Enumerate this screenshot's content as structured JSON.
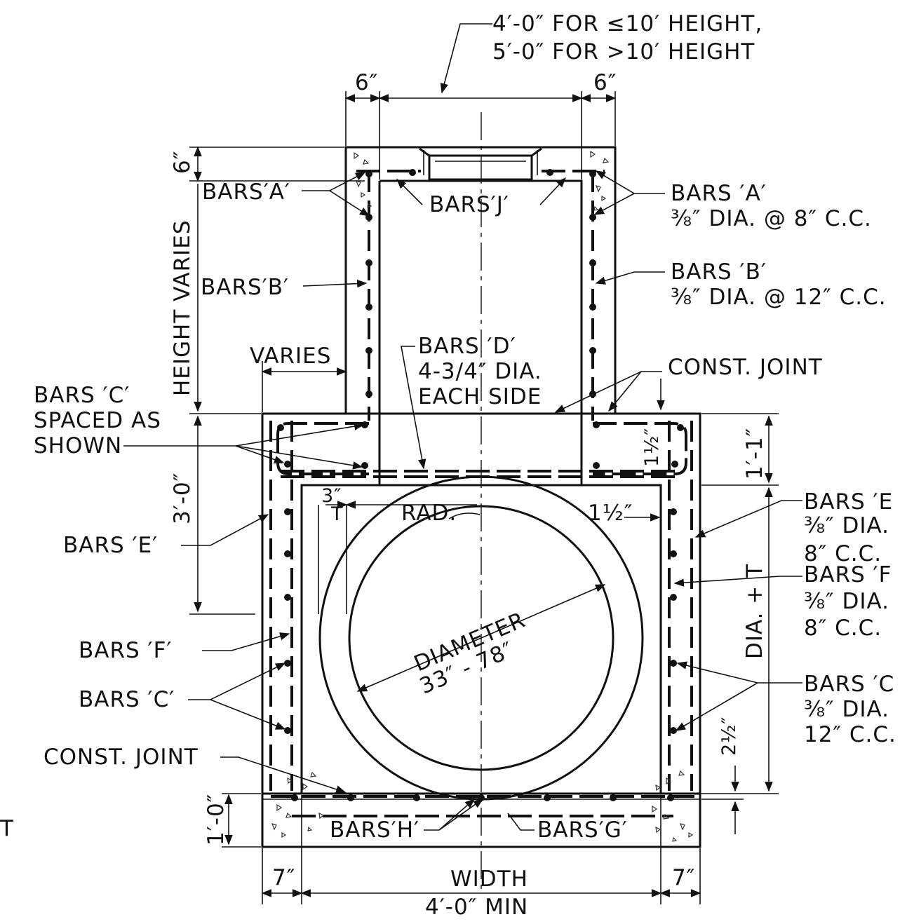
{
  "labels": {
    "top_note_1": "4′-0″ FOR ≤10′ HEIGHT,",
    "top_note_2": "5′-0″ FOR >10′ HEIGHT",
    "wall_left": "6″",
    "wall_right": "6″",
    "slab_top": "6″",
    "height_varies": "HEIGHT VARIES",
    "bars_a_left": "BARS′A′",
    "bars_j": "BARS′J′",
    "bars_b_left": "BARS′B′",
    "bars_a_right": "BARS ′A′",
    "bars_a_right_spec": "⅜″ DIA. @  8″ C.C.",
    "bars_b_right": "BARS ′B′",
    "bars_b_right_spec": "⅜″ DIA. @  12″ C.C.",
    "varies": "VARIES",
    "bars_d": "BARS ′D′",
    "bars_d_spec1": "4-3/4″ DIA.",
    "bars_d_spec2": "EACH  SIDE",
    "const_joint_top": "CONST. JOINT",
    "bars_c_note1": "BARS ′C′",
    "bars_c_note2": "SPACED  AS",
    "bars_c_note3": "SHOWN",
    "dim_3_0": "3′-0″",
    "dim_1_1": "1′-1″",
    "dim_1_5a": "1½″",
    "dim_3": "3″",
    "dim_t": "T",
    "rad": "RAD.",
    "dim_1_5b": "1½″",
    "bars_e_left": "BARS ′E′",
    "bars_e_right": "BARS ′E",
    "bars_e_right_spec1": "⅜″ DIA.",
    "bars_e_right_spec2": "8″ C.C.",
    "bars_f_right": "BARS ′F",
    "bars_f_right_spec1": "⅜″ DIA.",
    "bars_f_right_spec2": "8″ C.C.",
    "dia_t": "DIA. + T",
    "diameter": "DIAMETER",
    "diameter_range": "33″ - 78″",
    "bars_f_left": "BARS ′F′",
    "bars_c_left": "BARS ′C′",
    "bars_c_right": "BARS ′C",
    "bars_c_right_spec1": "⅜″ DIA.",
    "bars_c_right_spec2": "12″ C.C.",
    "const_joint_bottom": "CONST. JOINT",
    "dim_2_5": "2½″",
    "dim_1_0": "1′-0″",
    "bars_h": "BARS′H′",
    "bars_g": "BARS′G′",
    "dim_7_left": "7″",
    "dim_7_right": "7″",
    "width": "WIDTH",
    "width_min": "4′-0″ MIN",
    "edge_t": "T"
  }
}
